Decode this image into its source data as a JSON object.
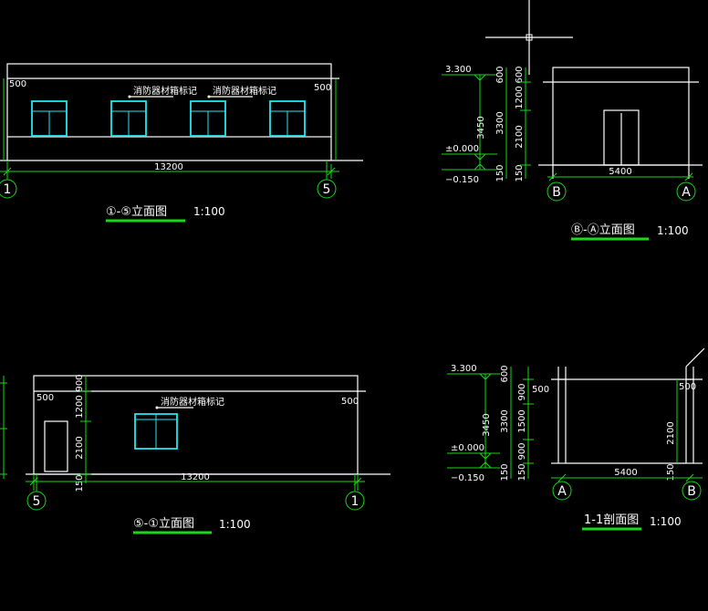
{
  "view_1_5": {
    "title": "①-⑤立面图",
    "scale": "1:100",
    "dim_overall": "13200",
    "dim_left_end": "500",
    "dim_right_end": "500",
    "axis_left": "1",
    "axis_right": "5",
    "notes": [
      "消防器材箱标记",
      "消防器材箱标记"
    ]
  },
  "view_B_A": {
    "title": "Ⓑ-Ⓐ立面图",
    "scale": "1:100",
    "elev_top": "3.300",
    "elev_zero": "±0.000",
    "elev_bottom": "−0.150",
    "dim_total": "3450",
    "dim_main": "3300",
    "dim_base": "150",
    "dim_parapet": "600",
    "dim_upper": "1200",
    "dim_door": "2100",
    "dim_width": "5400",
    "axis_left": "B",
    "axis_right": "A"
  },
  "view_5_1": {
    "title": "⑤-①立面图",
    "scale": "1:100",
    "dim_overall": "13200",
    "dim_left_end": "500",
    "dim_right_end": "500",
    "dim_parapet": "900",
    "dim_upper": "1200",
    "dim_door": "2100",
    "dim_base": "150",
    "axis_left": "5",
    "axis_right": "1",
    "note": "消防器材箱标记"
  },
  "section_1_1": {
    "title": "1-1剖面图",
    "scale": "1:100",
    "elev_top": "3.300",
    "elev_zero": "±0.000",
    "elev_bottom": "−0.150",
    "dim_total": "3450",
    "dim_main": "3300",
    "dim_base": "150",
    "dim_parapet": "600",
    "dim_a": "900",
    "dim_b": "1500",
    "dim_c": "900",
    "dim_wall": "2100",
    "dim_end_left": "500",
    "dim_end_right": "500",
    "dim_width": "5400",
    "axis_left": "A",
    "axis_right": "B"
  }
}
